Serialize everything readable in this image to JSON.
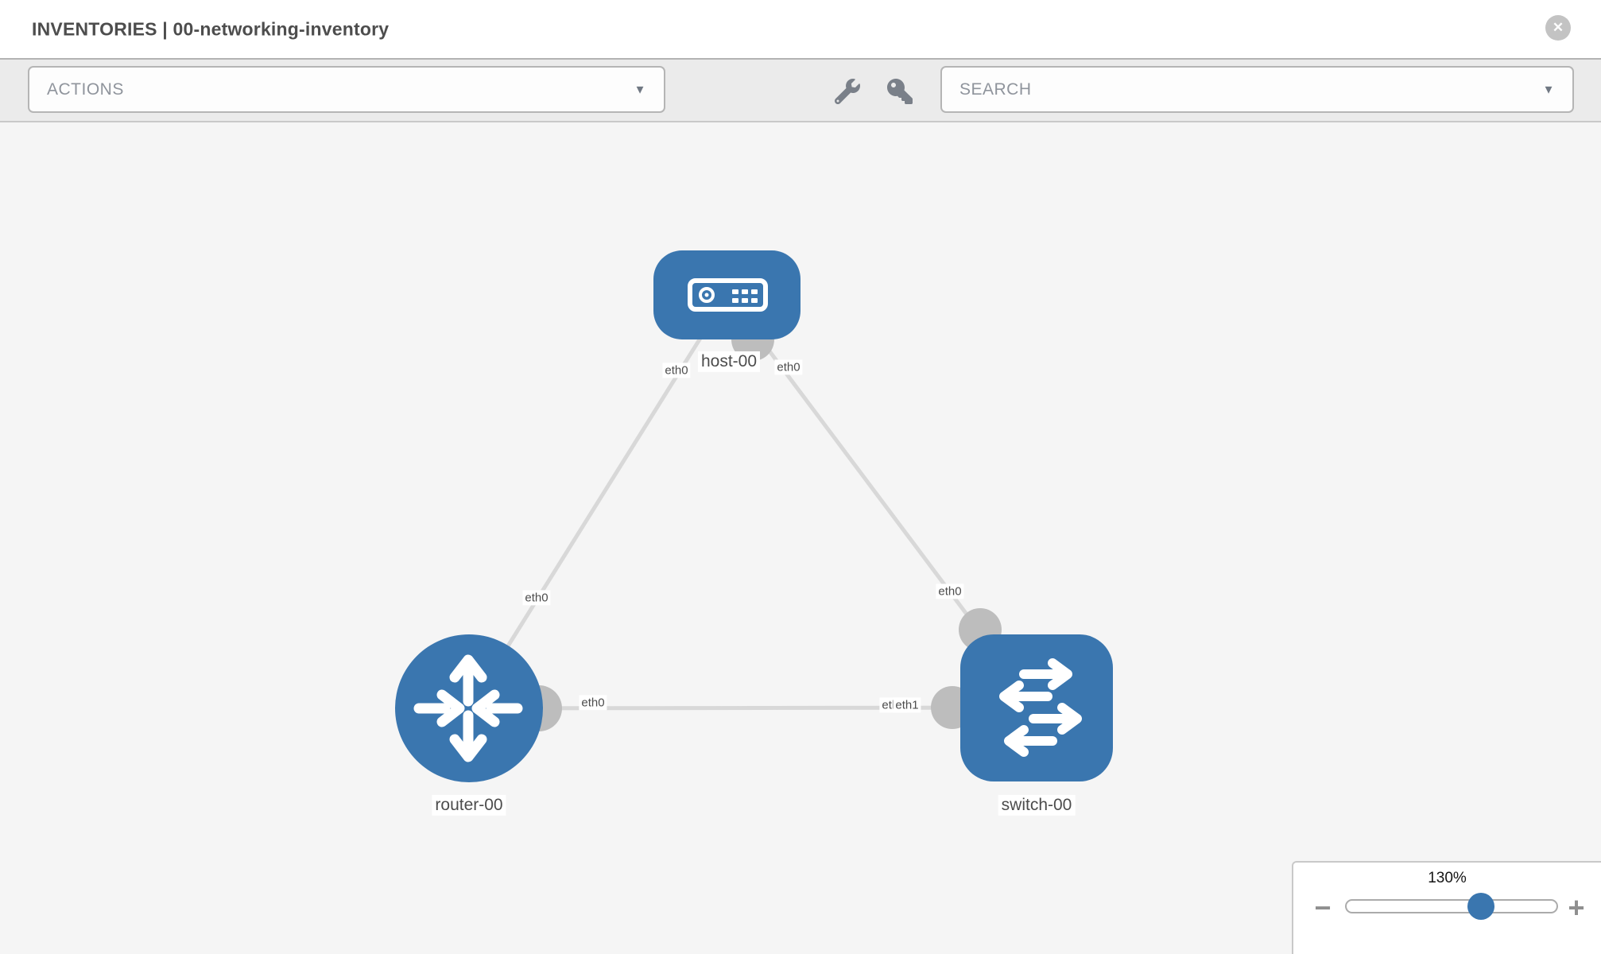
{
  "header": {
    "title": "INVENTORIES | 00-networking-inventory"
  },
  "icons": {
    "close": "✕",
    "chevron_down": "▼",
    "minus": "−",
    "plus": "+"
  },
  "toolbar": {
    "actions_label": "ACTIONS",
    "search_placeholder": "SEARCH",
    "tool_icons": [
      "wrench-icon",
      "key-icon"
    ]
  },
  "topology": {
    "nodes": [
      {
        "id": "host-00",
        "type": "host",
        "label": "host-00"
      },
      {
        "id": "router-00",
        "type": "router",
        "label": "router-00"
      },
      {
        "id": "switch-00",
        "type": "switch",
        "label": "switch-00"
      }
    ],
    "links": [
      {
        "from": "host-00",
        "from_iface": "eth0",
        "to": "router-00",
        "to_iface": "eth0"
      },
      {
        "from": "host-00",
        "from_iface": "eth0",
        "to": "switch-00",
        "to_iface": "eth0"
      },
      {
        "from": "router-00",
        "from_iface": "eth0",
        "to": "switch-00",
        "to_iface": "eth1"
      }
    ],
    "iface_labels": {
      "host_to_router_at_host": "eth0",
      "host_to_switch_at_host": "eth0",
      "host_to_router_at_router": "eth0",
      "host_to_switch_at_switch": "eth0",
      "router_to_switch_at_router": "eth0",
      "router_to_switch_at_switch_under": "eth0",
      "router_to_switch_at_switch": "eth1"
    }
  },
  "zoom_control": {
    "value_label": "130%",
    "value": 130,
    "min": 0,
    "max": 200
  },
  "colors": {
    "node_blue": "#3a76af",
    "link_gray": "#d8d8d8",
    "stub_gray": "#bdbdbd",
    "canvas_bg": "#f5f5f5",
    "toolbar_bg": "#ebebeb"
  }
}
